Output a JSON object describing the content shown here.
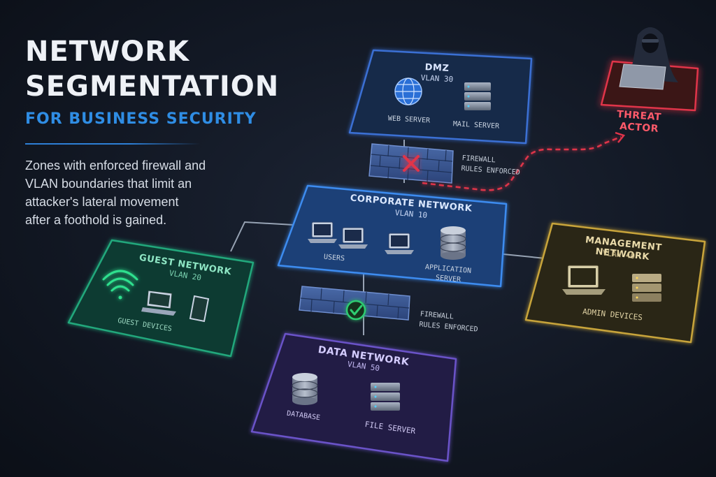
{
  "title": {
    "line1": "NETWORK",
    "line2": "SEGMENTATION",
    "subtitle": "FOR BUSINESS SECURITY"
  },
  "description": "Zones with enforced firewall and VLAN boundaries that limit an attacker's lateral movement after a foothold is gained.",
  "zones": {
    "dmz": {
      "name": "DMZ",
      "vlan": "VLAN 30",
      "items": [
        "WEB SERVER",
        "MAIL SERVER"
      ],
      "color": "#3b6fd4"
    },
    "corporate": {
      "name": "CORPORATE NETWORK",
      "vlan": "VLAN 10",
      "items": [
        "USERS",
        "APPLICATION",
        "SERVER"
      ],
      "color": "#3d8cf0"
    },
    "guest": {
      "name": "GUEST NETWORK",
      "vlan": "VLAN 20",
      "items": [
        "GUEST DEVICES"
      ],
      "color": "#21a87c"
    },
    "management": {
      "name": "MANAGEMENT NETWORK",
      "vlan": "VLAN 40",
      "items": [
        "ADMIN DEVICES"
      ],
      "color": "#c8a43a"
    },
    "data": {
      "name": "DATA NETWORK",
      "vlan": "VLAN 50",
      "items": [
        "DATABASE",
        "FILE SERVER"
      ],
      "color": "#6a52c8"
    }
  },
  "firewalls": {
    "top": {
      "line1": "FIREWALL",
      "line2": "RULES ENFORCED",
      "status": "blocked",
      "status_color": "#e0344a"
    },
    "bottom": {
      "line1": "FIREWALL",
      "line2": "RULES ENFORCED",
      "status": "allowed",
      "status_color": "#2ecc71"
    }
  },
  "threat": {
    "line1": "THREAT",
    "line2": "ACTOR",
    "color": "#e0344a"
  },
  "icons": [
    "globe-icon",
    "server-icon",
    "laptop-icon",
    "database-icon",
    "wifi-icon",
    "phone-icon",
    "hacker-icon",
    "firewall-icon",
    "x-icon",
    "check-icon"
  ]
}
